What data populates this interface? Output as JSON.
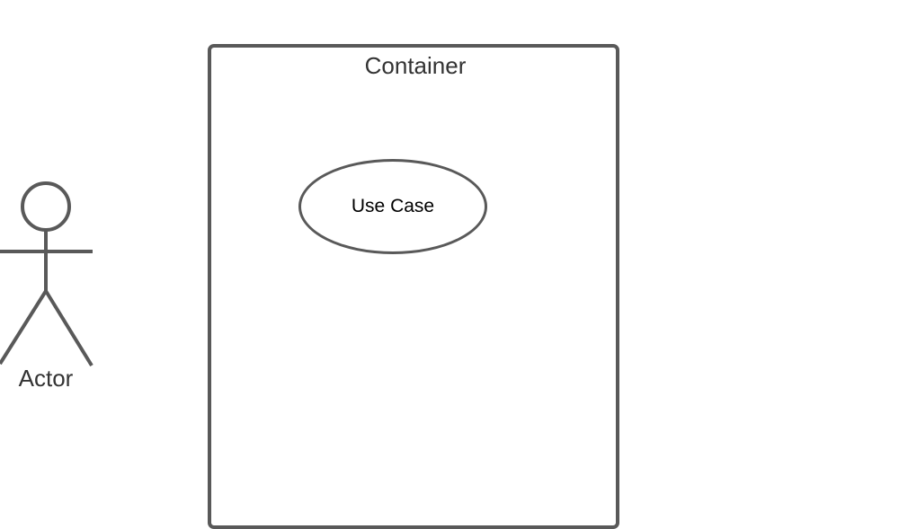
{
  "diagram": {
    "container": {
      "title": "Container"
    },
    "use_case": {
      "label": "Use Case"
    },
    "actor": {
      "label": "Actor"
    }
  },
  "colors": {
    "stroke": "#595959",
    "text": "#333333",
    "background": "#ffffff"
  }
}
